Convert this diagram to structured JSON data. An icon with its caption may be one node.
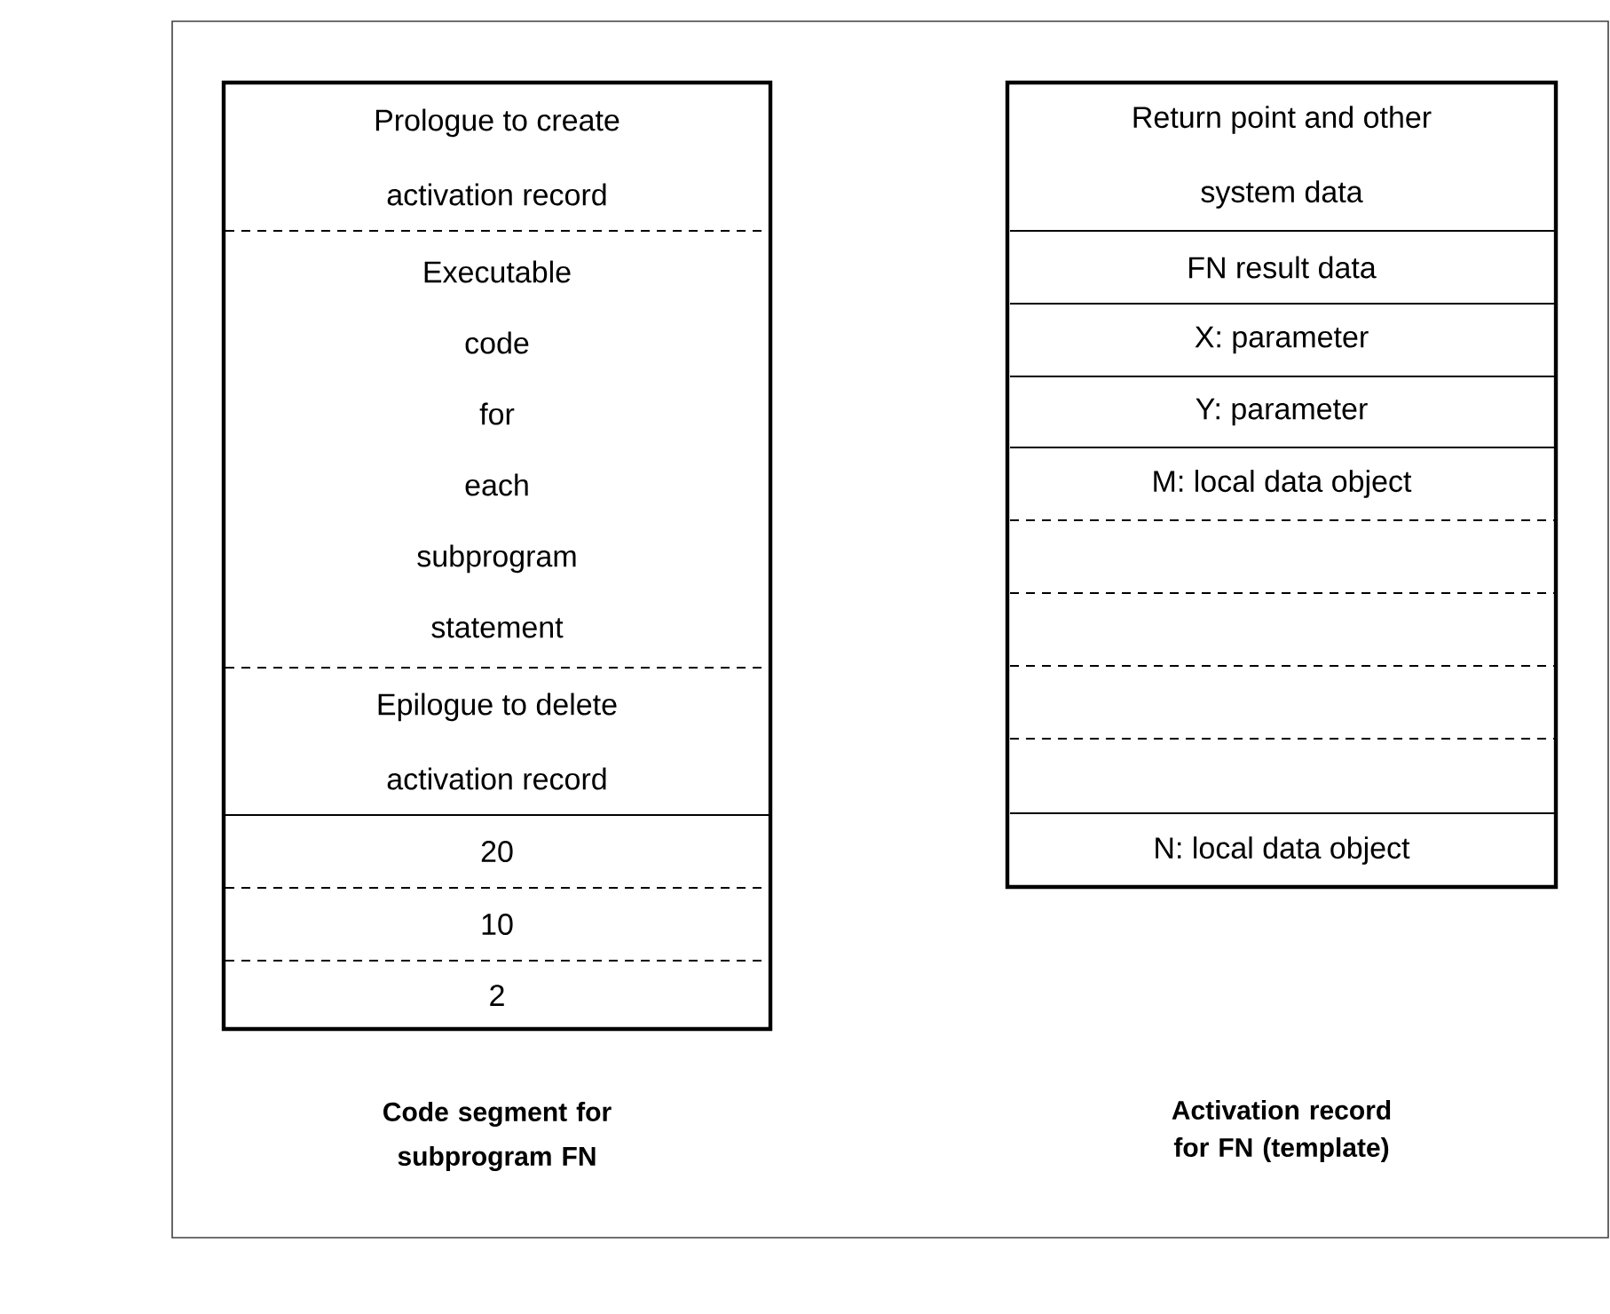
{
  "diagram": {
    "nodes": [
      {
        "text": [],
        "shape": "box"
      },
      {
        "text": [
          "Prologue to create activation record"
        ],
        "in": 0
      },
      {
        "text": [
          "Executable code for each subprogram statement"
        ],
        "in": 0
      },
      {
        "text": [
          "Epilogue to delete activation record"
        ],
        "in": 0
      },
      {
        "text": [
          "20"
        ],
        "in": 0
      },
      {
        "text": [
          "10"
        ],
        "in": 0
      },
      {
        "text": [
          "2"
        ],
        "in": 0
      },
      {
        "text": [],
        "shape": "box"
      },
      {
        "text": [
          "Return point and other system data"
        ],
        "in": 7
      },
      {
        "text": [
          "FN result data"
        ],
        "in": 7
      },
      {
        "text": [
          "X: parameter"
        ],
        "in": 7
      },
      {
        "text": [
          "Y: parameter"
        ],
        "in": 7
      },
      {
        "text": [
          "M: local data object"
        ],
        "in": 7
      },
      {
        "text": [],
        "shape": "box",
        "in": 7
      },
      {
        "text": [],
        "shape": "box",
        "in": 7
      },
      {
        "text": [],
        "shape": "box",
        "in": 7
      },
      {
        "text": [],
        "shape": "box",
        "in": 7
      },
      {
        "text": [
          "N: local data object"
        ],
        "in": 7
      }
    ],
    "edges": [],
    "labels": [
      "Code segment for subprogram FN",
      "Activation record for FN (template)"
    ]
  }
}
